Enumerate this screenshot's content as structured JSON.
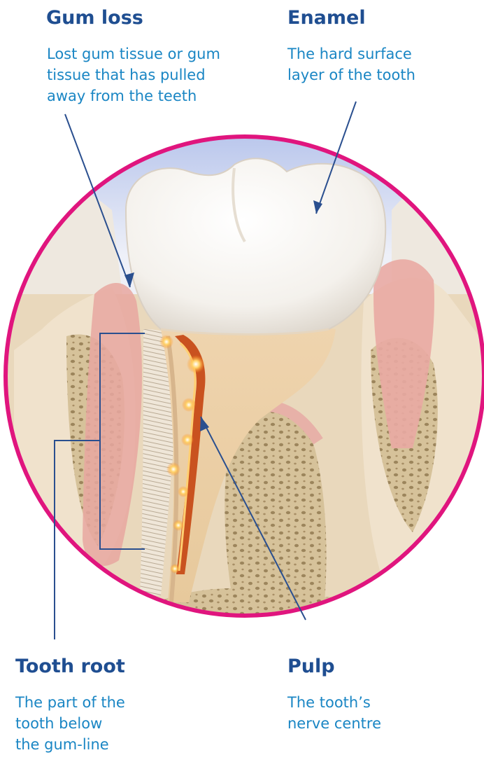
{
  "labels": {
    "gum_loss": {
      "title": "Gum loss",
      "lines": [
        "Lost gum tissue or gum",
        "tissue that has pulled",
        "away from the teeth"
      ]
    },
    "enamel": {
      "title": "Enamel",
      "lines": [
        "The hard surface",
        "layer of the tooth"
      ]
    },
    "tooth_root": {
      "title": "Tooth root",
      "lines": [
        "The part of the",
        "tooth below",
        "the gum-line"
      ]
    },
    "pulp": {
      "title": "Pulp",
      "lines": [
        "The tooth’s",
        "nerve centre"
      ]
    }
  },
  "colors": {
    "circle_border": "#e0157e",
    "leader_line": "#2a4f8f",
    "title": "#1f4e91",
    "body_text": "#1a86c4"
  }
}
